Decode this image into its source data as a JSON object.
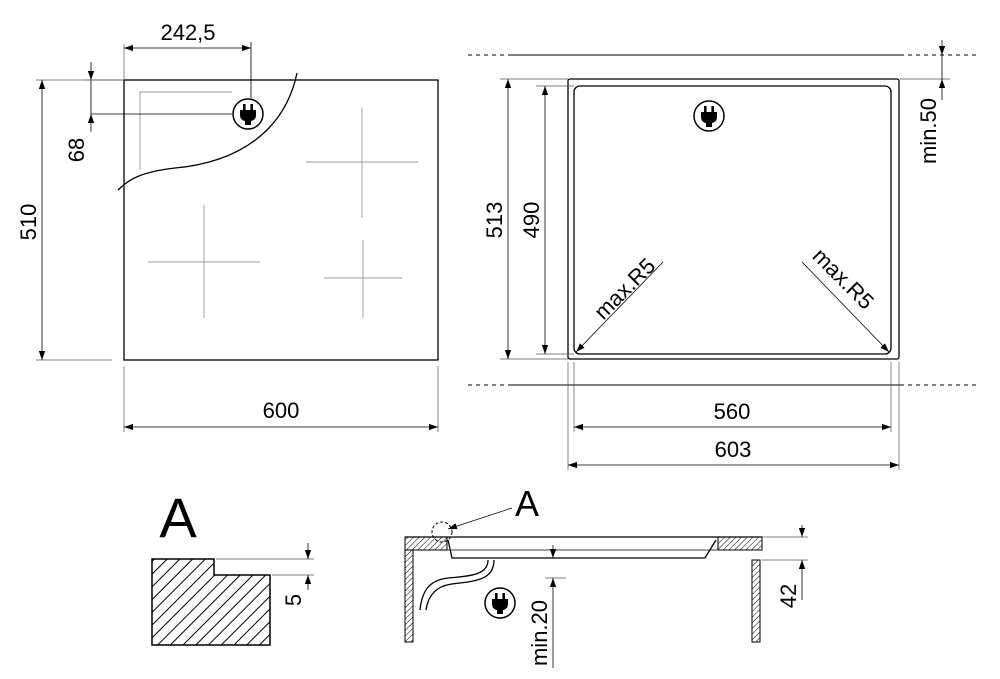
{
  "hob": {
    "plug_offset_x": "242,5",
    "plug_offset_y": "68",
    "depth": "510",
    "width": "600"
  },
  "cutout": {
    "outer_depth": "513",
    "inner_depth": "490",
    "clearance": "min.50",
    "radius_left": "max.R5",
    "radius_right": "max.R5",
    "inner_width": "560",
    "outer_width": "603"
  },
  "detail": {
    "label": "A",
    "step": "5"
  },
  "section": {
    "callout": "A",
    "clearance_below": "min.20",
    "thickness": "42"
  },
  "icons": [
    "plug-icon",
    "plug-icon",
    "plug-icon"
  ]
}
